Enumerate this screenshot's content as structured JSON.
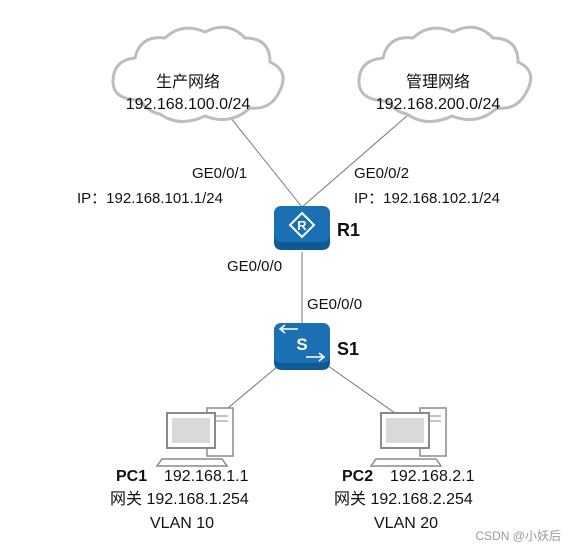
{
  "clouds": {
    "production": {
      "name": "生产网络",
      "subnet": "192.168.100.0/24"
    },
    "management": {
      "name": "管理网络",
      "subnet": "192.168.200.0/24"
    }
  },
  "r1": {
    "name": "R1",
    "ge001": {
      "port": "GE0/0/1",
      "ip": "IP：192.168.101.1/24"
    },
    "ge002": {
      "port": "GE0/0/2",
      "ip": "IP：192.168.102.1/24"
    },
    "ge000": {
      "port": "GE0/0/0"
    }
  },
  "s1": {
    "name": "S1",
    "ge000": {
      "port": "GE0/0/0"
    }
  },
  "pc1": {
    "name": "PC1",
    "ip": "192.168.1.1",
    "gateway": "网关  192.168.1.254",
    "vlan": "VLAN  10"
  },
  "pc2": {
    "name": "PC2",
    "ip": "192.168.2.1",
    "gateway": "网关  192.168.2.254",
    "vlan": "VLAN  20"
  },
  "watermark": "CSDN @小妖后",
  "colors": {
    "device_blue": "#1b6fb3",
    "link_gray": "#777777",
    "cloud_gray": "#bdbdbd",
    "pc_gray": "#8a8a8a"
  }
}
